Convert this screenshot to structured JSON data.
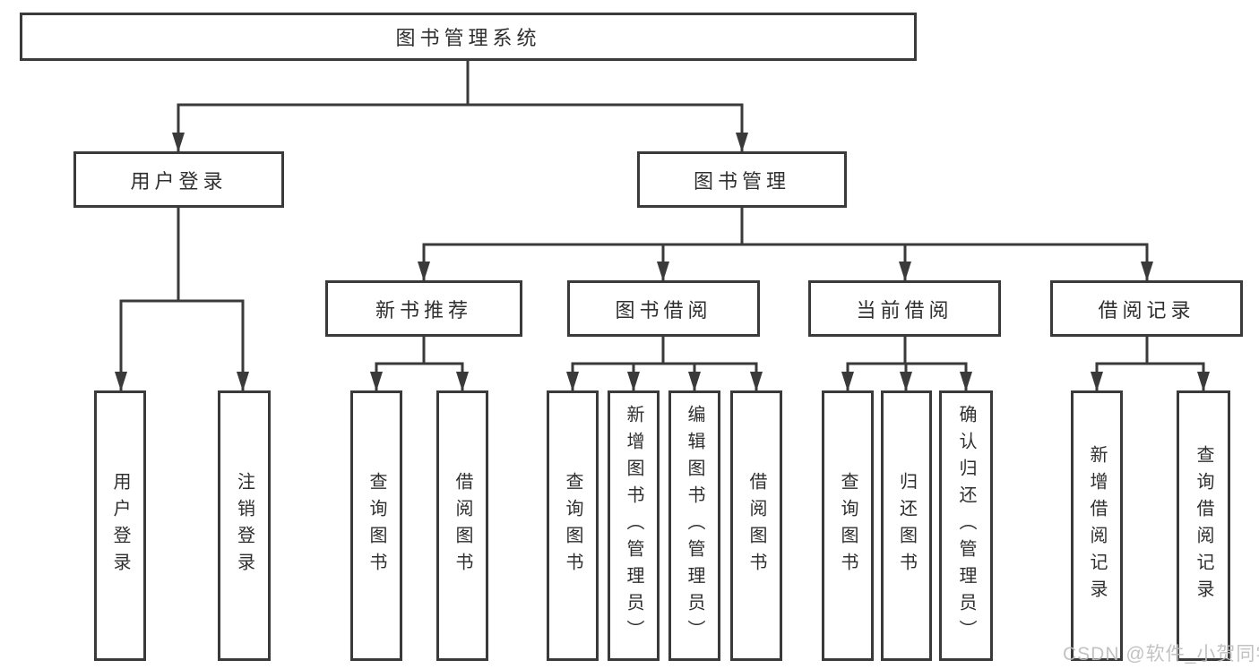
{
  "diagram": {
    "root": {
      "label": "图书管理系统"
    },
    "branches": [
      {
        "label": "用户登录",
        "children": [
          {
            "label": "用户登录"
          },
          {
            "label": "注销登录"
          }
        ]
      },
      {
        "label": "图书管理",
        "children": [
          {
            "label": "新书推荐",
            "children": [
              {
                "label": "查询图书"
              },
              {
                "label": "借阅图书"
              }
            ]
          },
          {
            "label": "图书借阅",
            "children": [
              {
                "label": "查询图书"
              },
              {
                "label": "新增图书（管理员）"
              },
              {
                "label": "编辑图书（管理员）"
              },
              {
                "label": "借阅图书"
              }
            ]
          },
          {
            "label": "当前借阅",
            "children": [
              {
                "label": "查询图书"
              },
              {
                "label": "归还图书"
              },
              {
                "label": "确认归还（管理员）"
              }
            ]
          },
          {
            "label": "借阅记录",
            "children": [
              {
                "label": "新增借阅记录"
              },
              {
                "label": "查询借阅记录"
              }
            ]
          }
        ]
      }
    ]
  },
  "watermark": {
    "text": "CSDN @软件_小贺同学"
  },
  "colors": {
    "line": "#3a3a3a",
    "box_border": "#3a3a3a",
    "text": "#2f2f2f",
    "box_background": "#ffffff",
    "background": "#ffffff",
    "watermark": "#bdbdbd"
  }
}
